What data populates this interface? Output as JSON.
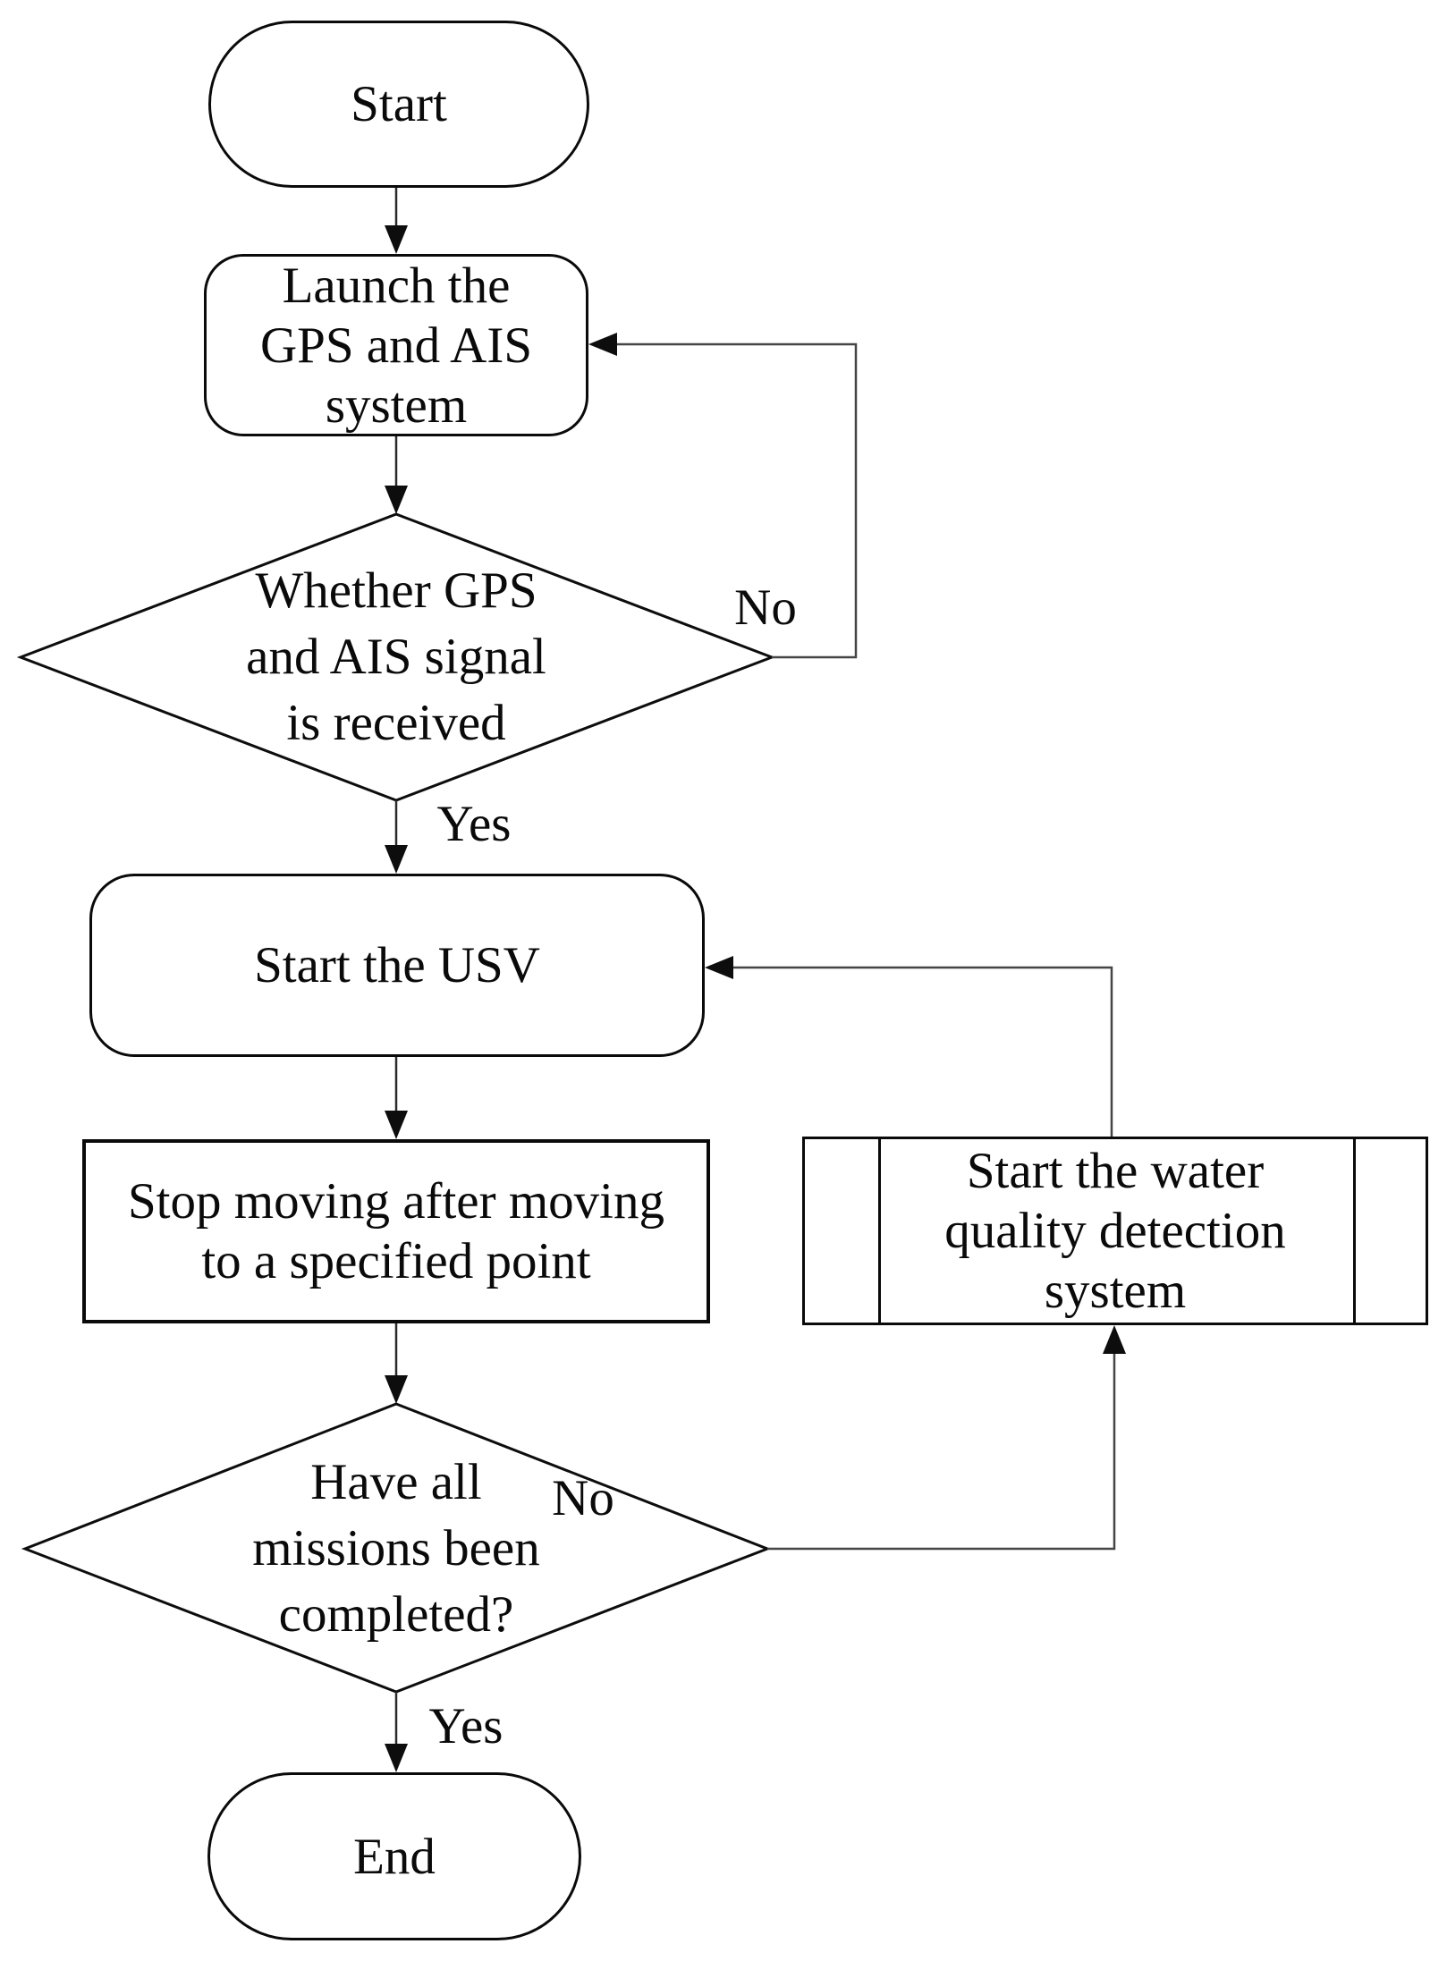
{
  "diagram": {
    "type": "flowchart",
    "title_visible": false,
    "background_color": "#ffffff",
    "ink_color": "#0a0a0a",
    "connector_color": "#404040",
    "nodes": [
      {
        "id": "start",
        "shape": "terminator",
        "label": "Start"
      },
      {
        "id": "launch-gps-ais",
        "shape": "rounded-process",
        "label": "Launch the\nGPS and AIS\nsystem"
      },
      {
        "id": "gps-decision",
        "shape": "decision",
        "label": "Whether GPS\nand AIS signal\nis received"
      },
      {
        "id": "start-usv",
        "shape": "rounded-process",
        "label": "Start the USV"
      },
      {
        "id": "stop-moving",
        "shape": "process",
        "label": "Stop moving after moving\nto a specified point"
      },
      {
        "id": "water-quality",
        "shape": "predefined-process",
        "label": "Start the water\nquality detection\nsystem"
      },
      {
        "id": "missions-decision",
        "shape": "decision",
        "label": "Have all\nmissions been\ncompleted?"
      },
      {
        "id": "end",
        "shape": "terminator",
        "label": "End"
      }
    ],
    "edge_labels": {
      "gps_no": "No",
      "gps_yes": "Yes",
      "missions_no": "No",
      "missions_yes": "Yes"
    },
    "edges": [
      {
        "from": "start",
        "to": "launch-gps-ais",
        "label": ""
      },
      {
        "from": "launch-gps-ais",
        "to": "gps-decision",
        "label": ""
      },
      {
        "from": "gps-decision",
        "to": "launch-gps-ais",
        "label": "No"
      },
      {
        "from": "gps-decision",
        "to": "start-usv",
        "label": "Yes"
      },
      {
        "from": "start-usv",
        "to": "stop-moving",
        "label": ""
      },
      {
        "from": "stop-moving",
        "to": "missions-decision",
        "label": ""
      },
      {
        "from": "missions-decision",
        "to": "water-quality",
        "label": "No"
      },
      {
        "from": "water-quality",
        "to": "start-usv",
        "label": ""
      },
      {
        "from": "missions-decision",
        "to": "end",
        "label": "Yes"
      }
    ]
  }
}
